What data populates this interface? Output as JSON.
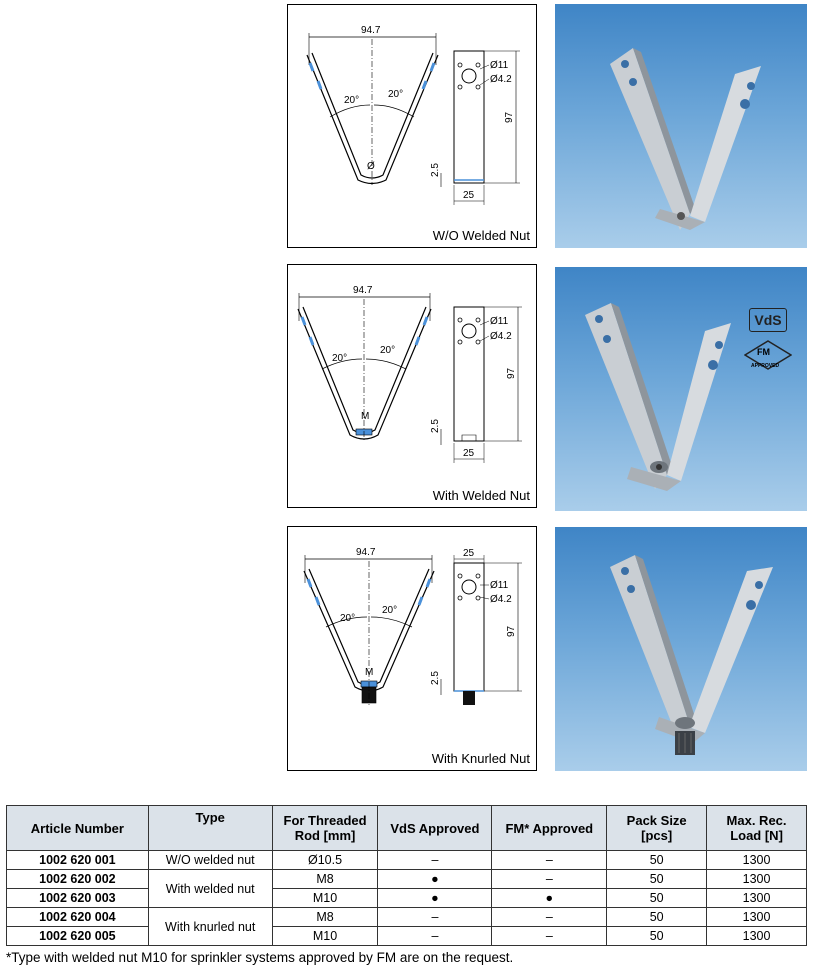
{
  "drawings": [
    {
      "caption": "W/O Welded Nut",
      "width_dim": "94.7",
      "angle_left": "20°",
      "angle_right": "20°",
      "rod_mark": "Ø",
      "hole_large": "Ø11",
      "hole_small": "Ø4.2",
      "height_dim": "97",
      "base_dim": "2.5",
      "plate_width": "25"
    },
    {
      "caption": "With Welded Nut",
      "width_dim": "94.7",
      "angle_left": "20°",
      "angle_right": "20°",
      "rod_mark": "M",
      "hole_large": "Ø11",
      "hole_small": "Ø4.2",
      "height_dim": "97",
      "base_dim": "2.5",
      "plate_width": "25"
    },
    {
      "caption": "With Knurled Nut",
      "width_dim": "94.7",
      "angle_left": "20°",
      "angle_right": "20°",
      "rod_mark": "M",
      "hole_large": "Ø11",
      "hole_small": "Ø4.2",
      "height_dim": "97",
      "base_dim": "2.5",
      "plate_width": "25"
    }
  ],
  "badges": {
    "vds": "VdS",
    "fm": "FM",
    "fm_sub": "APPROVED"
  },
  "table": {
    "headers": [
      "Article Number",
      "Type",
      "For Threaded Rod [mm]",
      "VdS Approved",
      "FM* Approved",
      "Pack Size [pcs]",
      "Max. Rec. Load [N]"
    ],
    "rows": [
      {
        "article": "1002 620 001",
        "type": "W/O welded nut",
        "rod": "Ø10.5",
        "vds": "–",
        "fm": "–",
        "pack": "50",
        "load": "1300"
      },
      {
        "article": "1002 620 002",
        "type": "With welded nut",
        "rod": "M8",
        "vds": "●",
        "fm": "–",
        "pack": "50",
        "load": "1300"
      },
      {
        "article": "1002 620 003",
        "type": "",
        "rod": "M10",
        "vds": "●",
        "fm": "●",
        "pack": "50",
        "load": "1300"
      },
      {
        "article": "1002 620 004",
        "type": "With knurled nut",
        "rod": "M8",
        "vds": "–",
        "fm": "–",
        "pack": "50",
        "load": "1300"
      },
      {
        "article": "1002 620 005",
        "type": "",
        "rod": "M10",
        "vds": "–",
        "fm": "–",
        "pack": "50",
        "load": "1300"
      }
    ]
  },
  "footnote": "*Type with welded nut M10 for sprinkler systems approved by FM are on the request.",
  "colors": {
    "header_bg": "#dbe2e9",
    "photo_sky_top": "#3f85c6",
    "photo_sky_bottom": "#a9cdea",
    "drawing_accent": "#4a90d9"
  }
}
